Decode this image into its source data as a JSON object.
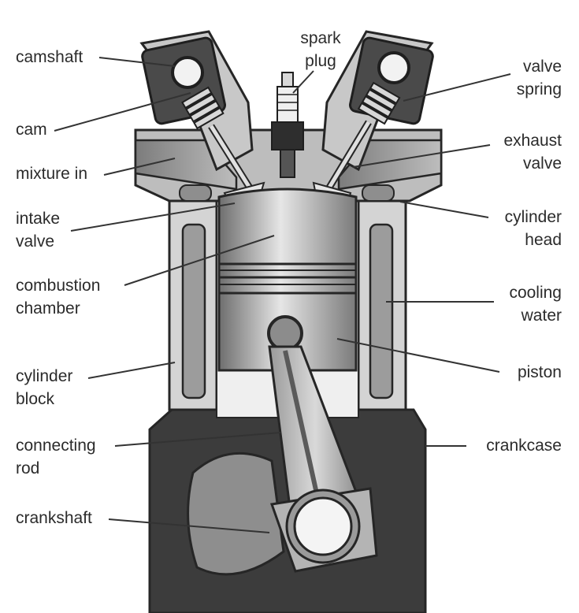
{
  "labels": {
    "camshaft": [
      "camshaft"
    ],
    "spark_plug": [
      "spark",
      "plug"
    ],
    "valve_spring": [
      "valve",
      "spring"
    ],
    "cam": [
      "cam"
    ],
    "exhaust_valve": [
      "exhaust",
      "valve"
    ],
    "mixture_in": [
      "mixture in"
    ],
    "intake_valve": [
      "intake",
      "valve"
    ],
    "cylinder_head": [
      "cylinder",
      "head"
    ],
    "combustion_chamber": [
      "combustion",
      "chamber"
    ],
    "cooling_water": [
      "cooling",
      "water"
    ],
    "cylinder_block": [
      "cylinder",
      "block"
    ],
    "piston": [
      "piston"
    ],
    "connecting_rod": [
      "connecting",
      "rod"
    ],
    "crankcase": [
      "crankcase"
    ],
    "crankshaft": [
      "crankshaft"
    ]
  },
  "colors": {
    "background": "#ffffff",
    "outline": "#262626",
    "dark_fill": "#3c3c3c",
    "mid_fill": "#8c8c8c",
    "light_fill": "#d0d0d0",
    "leader_line": "#333333",
    "label_text": "#2b2b2b"
  }
}
